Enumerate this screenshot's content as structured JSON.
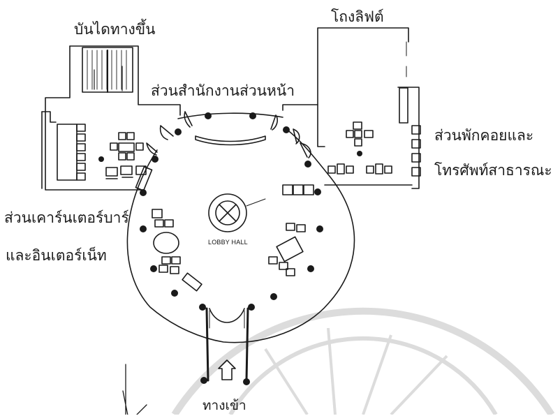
{
  "labels": {
    "stairs_up": "บันไดทางขึ้น",
    "lift_lobby": "โถงลิฟต์",
    "front_office": "ส่วนสำนักงานส่วนหน้า",
    "waiting_phone_1": "ส่วนพักคอยและ",
    "waiting_phone_2": "โทรศัพท์สาธารณะ",
    "bar_internet_1": "ส่วนเคาร์นเตอร์บาร์",
    "bar_internet_2": "และอินเตอร์เน็ท",
    "lobby_hall": "LOBBY HALL",
    "entrance": "ทางเข้า"
  },
  "colors": {
    "ink": "#1a1a1a",
    "watermark": "#d9d9d9",
    "paper": "#ffffff"
  }
}
